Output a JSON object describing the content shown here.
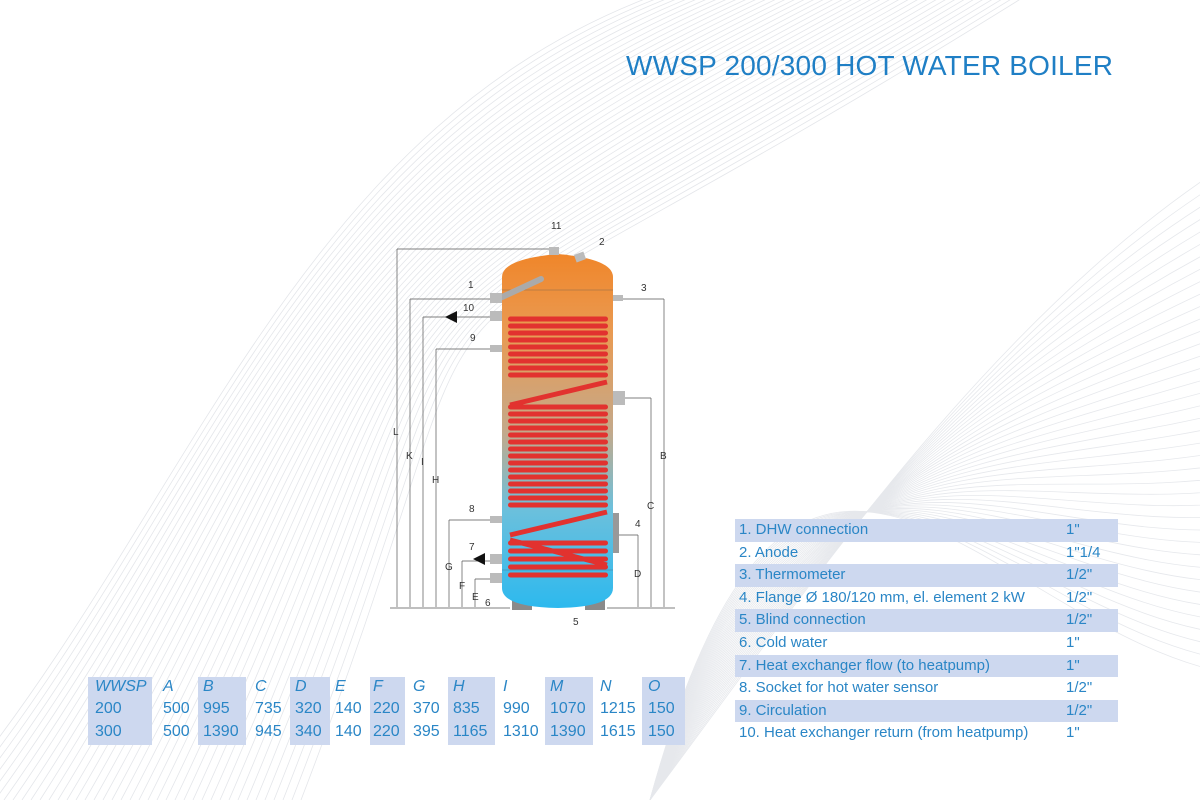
{
  "title": "WWSP 200/300 HOT WATER BOILER",
  "colors": {
    "accent": "#1f7fc5",
    "text": "#2a86c6",
    "shade": "#cdd8ef",
    "tank_top": "#f08a2c",
    "tank_bottom": "#2fb8ea",
    "coil": "#e2322f"
  },
  "diagram": {
    "numbers": [
      "11",
      "2",
      "1",
      "3",
      "10",
      "9",
      "8",
      "4",
      "7",
      "6",
      "5"
    ],
    "letters": [
      "L",
      "K",
      "I",
      "H",
      "G",
      "F",
      "E",
      "B",
      "C",
      "D"
    ]
  },
  "dimensions": {
    "headers": [
      "WWSP",
      "A",
      "B",
      "C",
      "D",
      "E",
      "F",
      "G",
      "H",
      "I",
      "M",
      "N",
      "O"
    ],
    "rows": [
      [
        "200",
        "500",
        "995",
        "735",
        "320",
        "140",
        "220",
        "370",
        "835",
        "990",
        "1070",
        "1215",
        "150"
      ],
      [
        "300",
        "500",
        "1390",
        "945",
        "340",
        "140",
        "220",
        "395",
        "1165",
        "1310",
        "1390",
        "1615",
        "150"
      ]
    ]
  },
  "connections": [
    {
      "label": "1. DHW connection",
      "size": "1\""
    },
    {
      "label": "2. Anode",
      "size": "1\"1/4"
    },
    {
      "label": "3. Thermometer",
      "size": "1/2\""
    },
    {
      "label": "4. Flange Ø 180/120 mm, el. element 2 kW",
      "size": "1/2\""
    },
    {
      "label": "5. Blind connection",
      "size": "1/2\""
    },
    {
      "label": "6. Cold water",
      "size": "1\""
    },
    {
      "label": "7. Heat exchanger flow (to heatpump)",
      "size": "1\""
    },
    {
      "label": "8. Socket for hot water sensor",
      "size": "1/2\""
    },
    {
      "label": "9. Circulation",
      "size": "1/2\""
    },
    {
      "label": "10. Heat exchanger return (from heatpump)",
      "size": "1\""
    }
  ]
}
